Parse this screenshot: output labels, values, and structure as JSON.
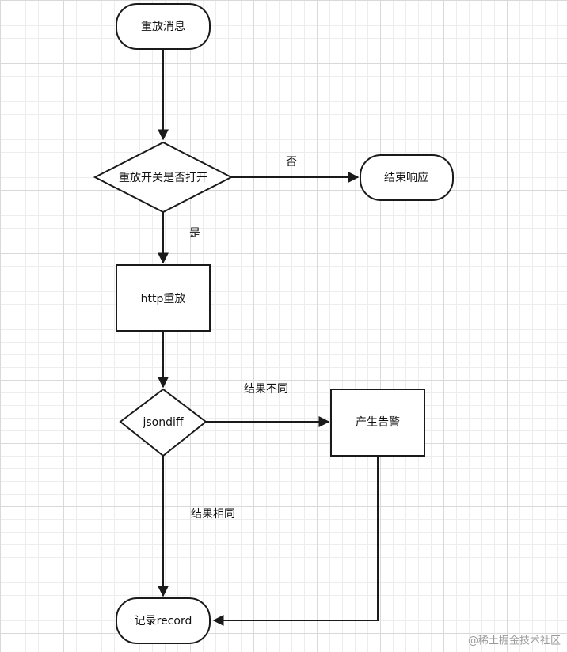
{
  "nodes": {
    "replay_message": "重放消息",
    "replay_switch": "重放开关是否打开",
    "end_response": "结束响应",
    "http_replay": "http重放",
    "jsondiff": "jsondiff",
    "generate_alert": "产生告警",
    "record": "记录record"
  },
  "edges": {
    "no": "否",
    "yes": "是",
    "result_different": "结果不同",
    "result_same": "结果相同"
  },
  "watermark": "@稀土掘金技术社区"
}
